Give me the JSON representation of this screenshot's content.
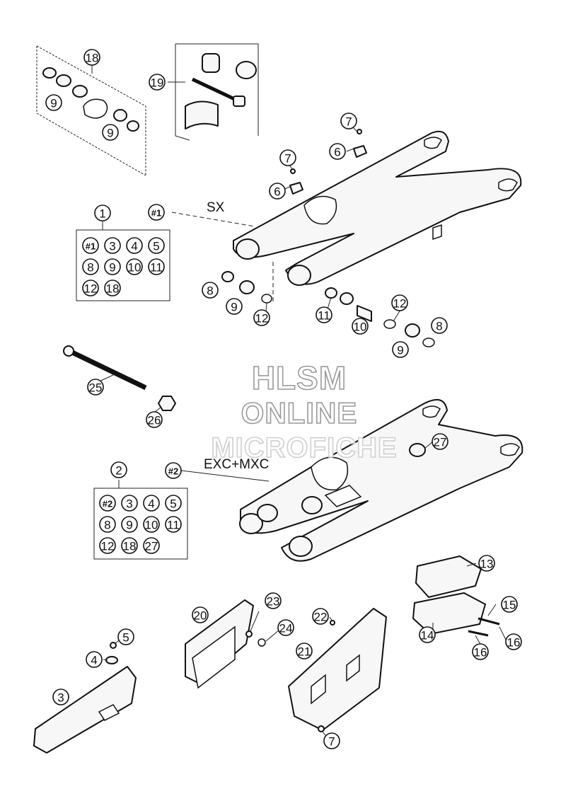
{
  "models": {
    "sx": "SX",
    "exc_mxc": "EXC+MXC"
  },
  "watermark": {
    "line1": "HLSM",
    "line2": "ONLINE",
    "line3": "MICROFICHE"
  },
  "kits": {
    "kit1": {
      "number": "1",
      "contents": [
        "#1",
        "3",
        "4",
        "5",
        "8",
        "9",
        "10",
        "11",
        "12",
        "18"
      ]
    },
    "kit2": {
      "number": "2",
      "contents": [
        "#2",
        "3",
        "4",
        "5",
        "8",
        "9",
        "10",
        "11",
        "12",
        "18",
        "27"
      ]
    }
  },
  "callouts": {
    "sx_ref": "#1",
    "exc_ref": "#2",
    "p18": "18",
    "p9a": "9",
    "p9b": "9",
    "p19": "19",
    "p7a": "7",
    "p6a": "6",
    "p7b": "7",
    "p6b": "6",
    "p8a": "8",
    "p9c": "9",
    "p12a": "12",
    "p11": "11",
    "p10": "10",
    "p12b": "12",
    "p8b": "8",
    "p9d": "9",
    "p25": "25",
    "p26": "26",
    "p27": "27",
    "p13": "13",
    "p15": "15",
    "p14": "14",
    "p16a": "16",
    "p16b": "16",
    "p20": "20",
    "p23": "23",
    "p24": "24",
    "p22": "22",
    "p21": "21",
    "p7c": "7",
    "p5": "5",
    "p4": "4",
    "p3": "3"
  }
}
